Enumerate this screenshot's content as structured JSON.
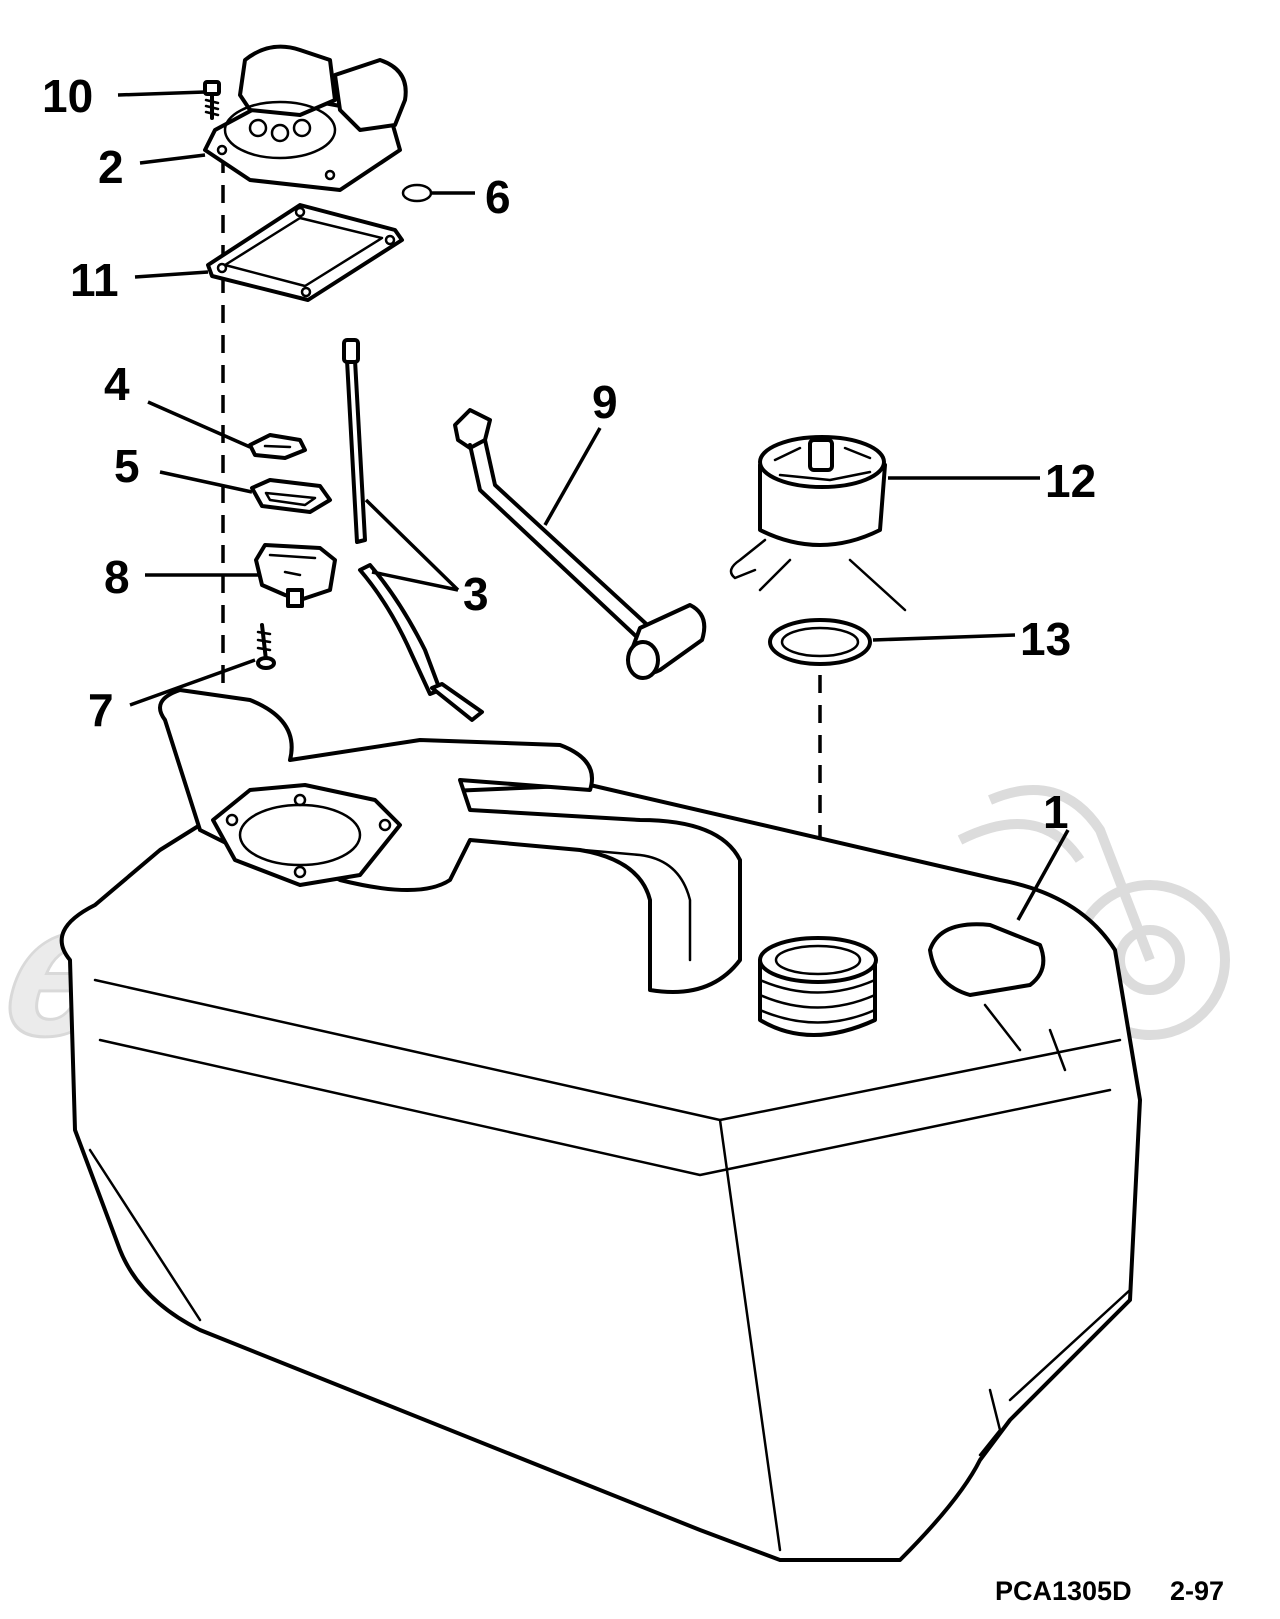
{
  "diagram": {
    "watermark": {
      "text": "AerMoto"
    },
    "part_labels": [
      {
        "id": "10",
        "text": "10"
      },
      {
        "id": "2",
        "text": "2"
      },
      {
        "id": "6",
        "text": "6"
      },
      {
        "id": "11",
        "text": "11"
      },
      {
        "id": "4",
        "text": "4"
      },
      {
        "id": "5",
        "text": "5"
      },
      {
        "id": "8",
        "text": "8"
      },
      {
        "id": "3",
        "text": "3"
      },
      {
        "id": "7",
        "text": "7"
      },
      {
        "id": "9",
        "text": "9"
      },
      {
        "id": "12",
        "text": "12"
      },
      {
        "id": "13",
        "text": "13"
      },
      {
        "id": "1",
        "text": "1"
      }
    ],
    "footer": {
      "code": "PCA1305D",
      "date": "2-97"
    }
  }
}
